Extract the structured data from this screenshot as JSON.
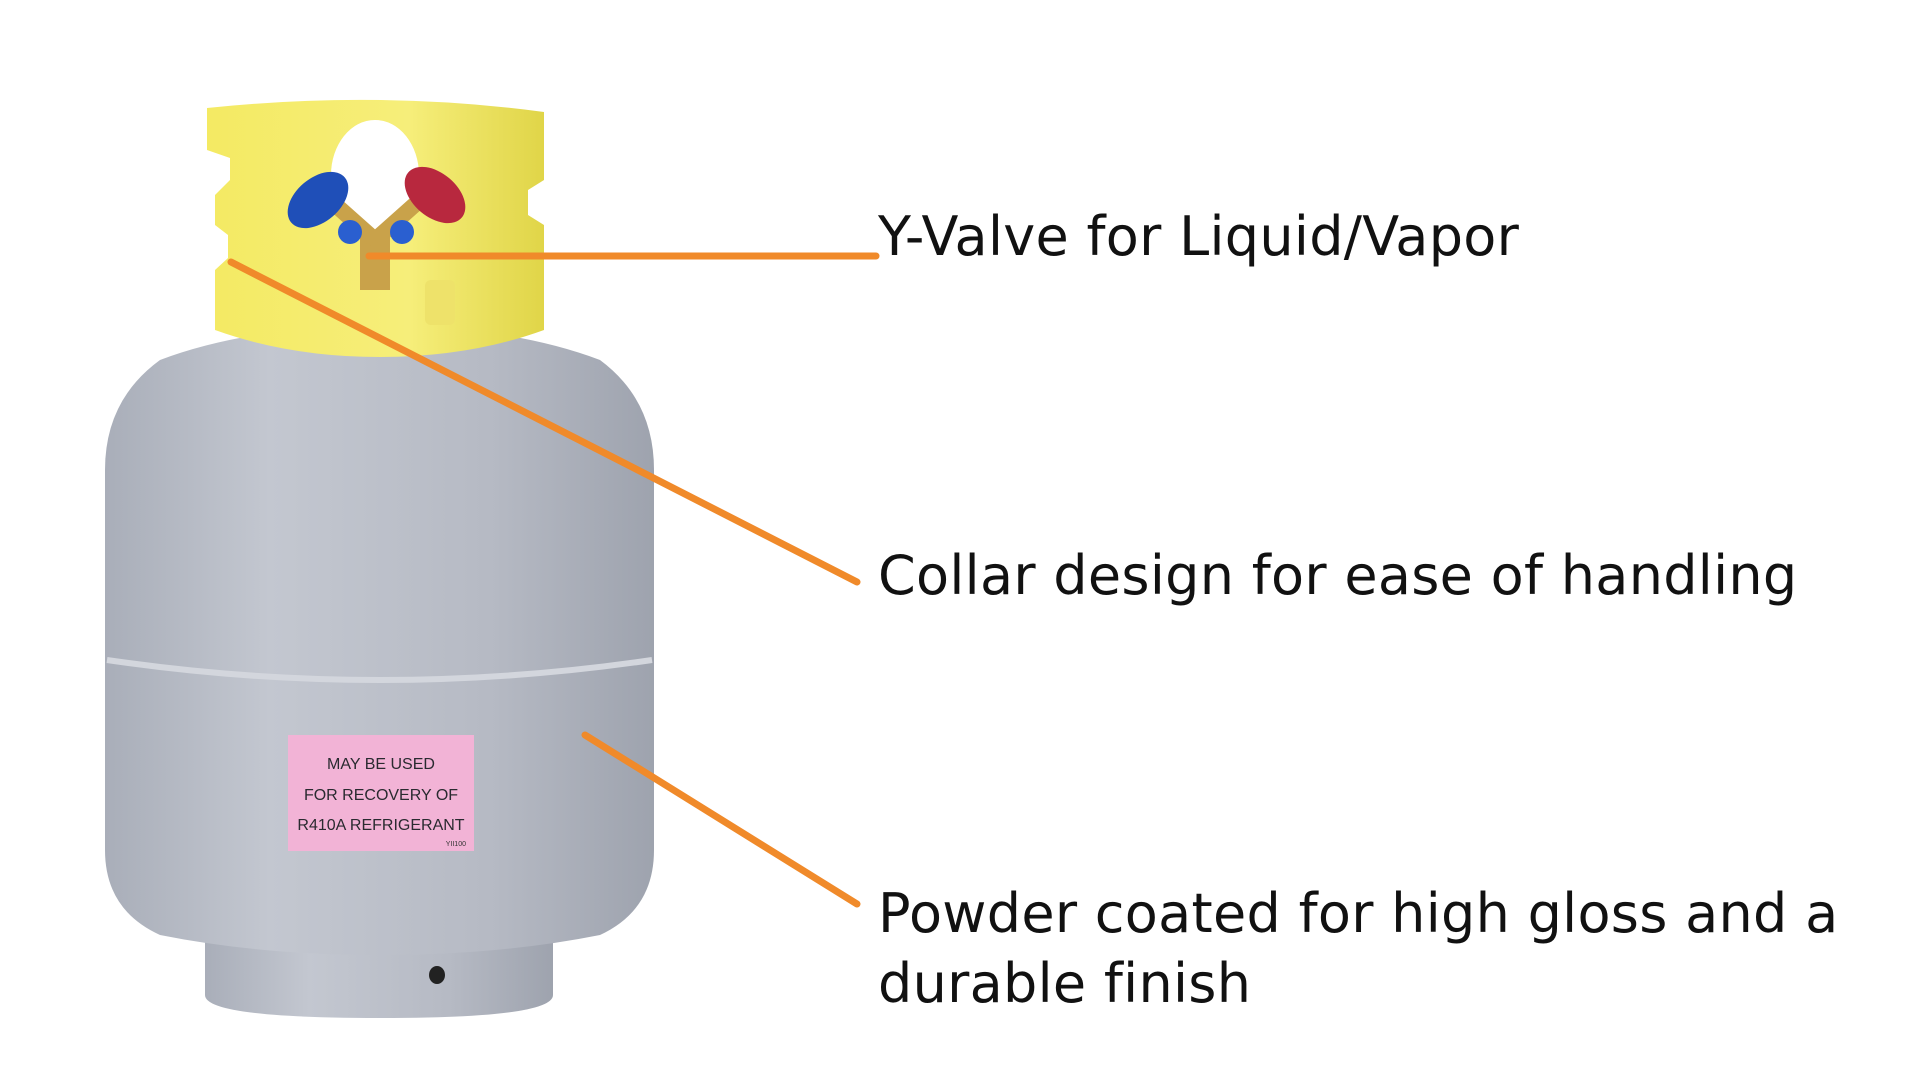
{
  "callouts": [
    {
      "text": "Y-Valve for Liquid/Vapor"
    },
    {
      "text": "Collar design for ease of handling"
    },
    {
      "lines": [
        "Powder coated for high gloss and a",
        "durable finish"
      ]
    }
  ],
  "cylinder_label": {
    "lines": [
      "MAY BE USED",
      "FOR RECOVERY OF",
      "R410A REFRIGERANT"
    ],
    "code": "YII100"
  },
  "colors": {
    "callout_line": "#f08a2a",
    "cylinder_body": "#b7bcc6",
    "collar": "#f2e85a",
    "label_background": "#f2b3d6",
    "valve_blue": "#1f4fb8",
    "valve_red": "#b8283e"
  }
}
